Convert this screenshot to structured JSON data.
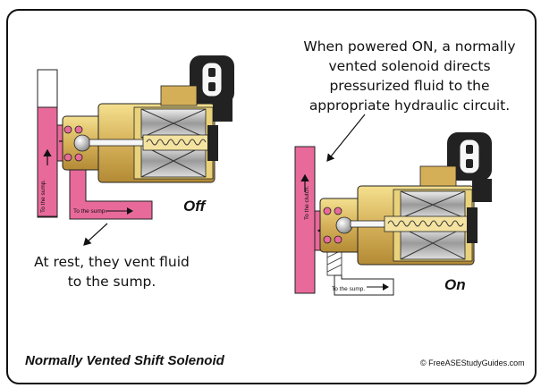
{
  "notes": {
    "powered_on": "When powered ON, a normally vented solenoid directs pressurized fluid to the appropriate hydraulic circuit.",
    "at_rest": "At rest, they vent fluid to the sump."
  },
  "states": {
    "off": "Off",
    "on": "On"
  },
  "flow_labels": {
    "off_sump_vertical": "To the sump.",
    "off_sump_horizontal": "To the sump.",
    "on_clutch": "To the clutch.",
    "on_sump": "To the sump."
  },
  "caption": "Normally Vented Shift Solenoid",
  "credit": "© FreeASEStudyGuides.com",
  "colors": {
    "fluid_pink": "#e86a9a",
    "brass": "#d9b560",
    "brass_light": "#f2dc8a",
    "connector_black": "#222222"
  }
}
